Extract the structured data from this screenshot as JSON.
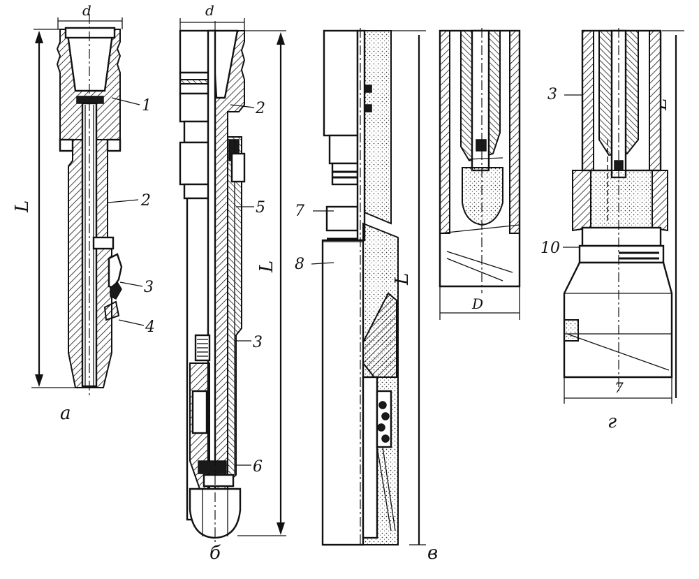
{
  "figure": {
    "views": {
      "a": {
        "caption": "а",
        "dim_top": "d",
        "dim_length": "L",
        "parts": [
          "1",
          "2",
          "3",
          "4"
        ]
      },
      "b": {
        "caption": "б",
        "dim_top": "d",
        "dim_length": "L",
        "parts": [
          "2",
          "5",
          "3",
          "6"
        ]
      },
      "v": {
        "caption": "в",
        "dim_length": "L",
        "parts": [
          "7",
          "8"
        ]
      },
      "g": {
        "caption": "г",
        "dim_bottom_left": "D",
        "dim_bottom_right": "7",
        "dim_length": "L",
        "parts": [
          "3",
          "10"
        ]
      }
    }
  }
}
